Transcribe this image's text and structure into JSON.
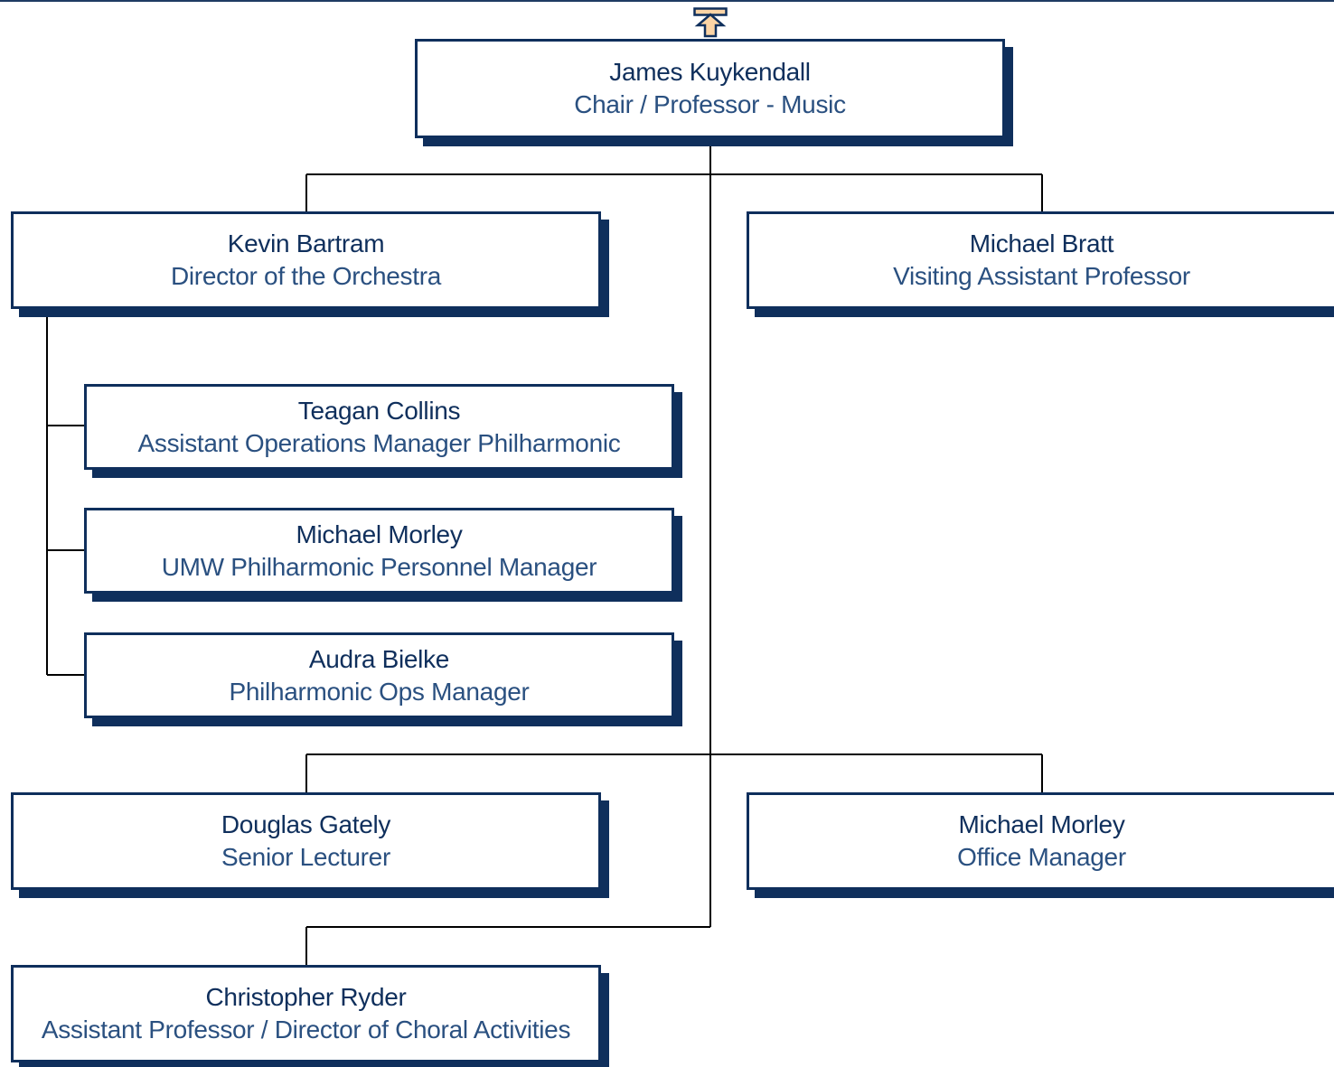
{
  "colors": {
    "box_border": "#0f2f5c",
    "box_shadow": "#0f2f5c",
    "name_text": "#0f2f5c",
    "title_text": "#2a5080",
    "connector": "#000000",
    "up_arrow_fill": "#fcd4a5"
  },
  "up_arrow": {
    "icon": "up-arrow-icon"
  },
  "root": {
    "name": "James Kuykendall",
    "title": "Chair / Professor - Music"
  },
  "kevin": {
    "name": "Kevin Bartram",
    "title": "Director of the Orchestra"
  },
  "bratt": {
    "name": "Michael Bratt",
    "title": "Visiting Assistant Professor"
  },
  "teagan": {
    "name": "Teagan Collins",
    "title": "Assistant Operations Manager Philharmonic"
  },
  "morley_phil": {
    "name": "Michael Morley",
    "title": "UMW Philharmonic Personnel Manager"
  },
  "audra": {
    "name": "Audra Bielke",
    "title": "Philharmonic Ops Manager"
  },
  "gately": {
    "name": "Douglas Gately",
    "title": "Senior Lecturer"
  },
  "morley_office": {
    "name": "Michael Morley",
    "title": "Office Manager"
  },
  "ryder": {
    "name": "Christopher Ryder",
    "title": "Assistant Professor / Director of Choral Activities"
  }
}
